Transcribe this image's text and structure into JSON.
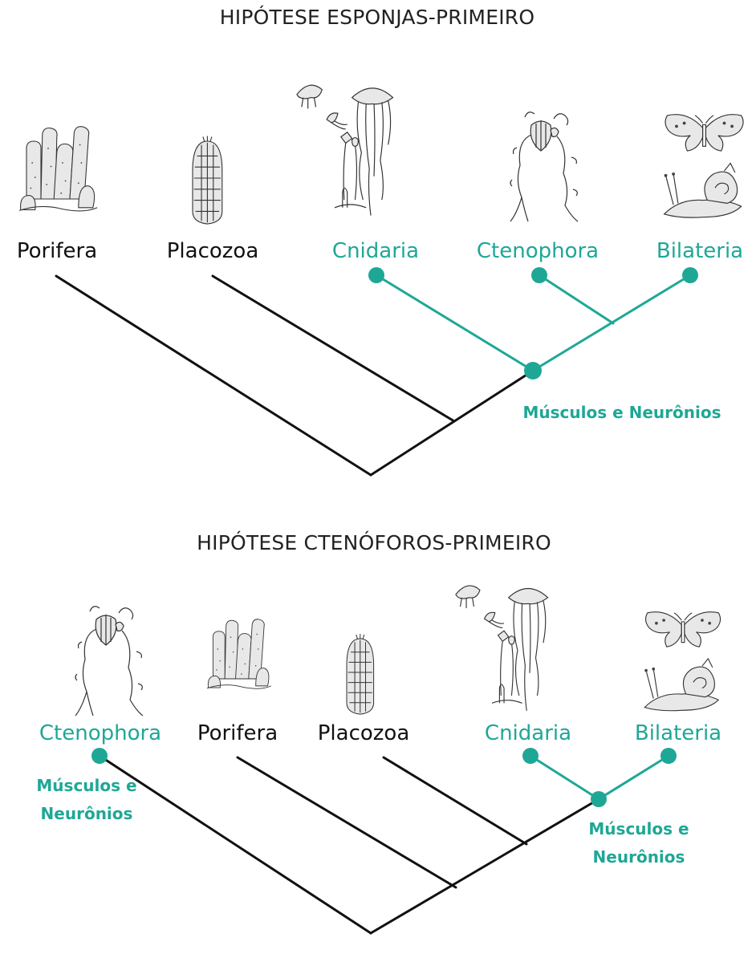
{
  "colors": {
    "accent": "#1fa796",
    "branch": "#111111"
  },
  "top": {
    "title": "HIPÓTESE ESPONJAS-PRIMEIRO",
    "taxa": [
      "Porifera",
      "Placozoa",
      "Cnidaria",
      "Ctenophora",
      "Bilateria"
    ],
    "note": "Músculos e Neurônios"
  },
  "bottom": {
    "title": "HIPÓTESE CTENÓFOROS-PRIMEIRO",
    "taxa": [
      "Ctenophora",
      "Porifera",
      "Placozoa",
      "Cnidaria",
      "Bilateria"
    ],
    "note_left_line1": "Músculos e",
    "note_left_line2": "Neurônios",
    "note_right_line1": "Músculos e",
    "note_right_line2": "Neurônios"
  },
  "icons": {
    "porifera": "sponge-illustration",
    "placozoa": "placozoan-illustration",
    "cnidaria": "jellyfish-polyp-illustration",
    "ctenophora": "comb-jelly-illustration",
    "bilateria": "butterfly-snail-illustration"
  }
}
